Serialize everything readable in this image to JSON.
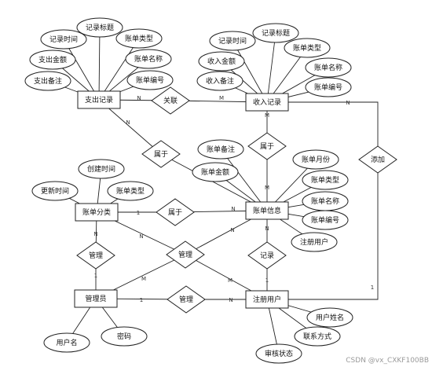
{
  "entities": [
    {
      "id": "expense",
      "label": "支出记录"
    },
    {
      "id": "income",
      "label": "收入记录"
    },
    {
      "id": "bill_info",
      "label": "账单信息"
    },
    {
      "id": "bill_category",
      "label": "账单分类"
    },
    {
      "id": "admin",
      "label": "管理员"
    },
    {
      "id": "user",
      "label": "注册用户"
    }
  ],
  "relationships": [
    {
      "id": "rel_associate",
      "label": "关联"
    },
    {
      "id": "rel_belong_upper",
      "label": "属于"
    },
    {
      "id": "rel_belong_info",
      "label": "属于"
    },
    {
      "id": "rel_belong_category",
      "label": "属于"
    },
    {
      "id": "rel_add",
      "label": "添加"
    },
    {
      "id": "rel_record",
      "label": "记录"
    },
    {
      "id": "rel_manage_left",
      "label": "管理"
    },
    {
      "id": "rel_manage_cross",
      "label": "管理"
    },
    {
      "id": "rel_manage_bottom",
      "label": "管理"
    }
  ],
  "attributes": [
    {
      "id": "exp_record_title",
      "label": "记录标题"
    },
    {
      "id": "exp_record_time",
      "label": "记录时间"
    },
    {
      "id": "exp_bill_type",
      "label": "账单类型"
    },
    {
      "id": "exp_amount",
      "label": "支出金额"
    },
    {
      "id": "exp_bill_name",
      "label": "账单名称"
    },
    {
      "id": "exp_note",
      "label": "支出备注"
    },
    {
      "id": "exp_bill_no",
      "label": "账单编号"
    },
    {
      "id": "inc_record_time",
      "label": "记录时间"
    },
    {
      "id": "inc_record_title",
      "label": "记录标题"
    },
    {
      "id": "inc_bill_type",
      "label": "账单类型"
    },
    {
      "id": "inc_amount",
      "label": "收入金额"
    },
    {
      "id": "inc_bill_name",
      "label": "账单名称"
    },
    {
      "id": "inc_note",
      "label": "收入备注"
    },
    {
      "id": "inc_bill_no",
      "label": "账单编号"
    },
    {
      "id": "info_note",
      "label": "账单备注"
    },
    {
      "id": "info_month",
      "label": "账单月份"
    },
    {
      "id": "info_amount",
      "label": "账单金额"
    },
    {
      "id": "info_type",
      "label": "账单类型"
    },
    {
      "id": "info_name",
      "label": "账单名称"
    },
    {
      "id": "info_no",
      "label": "账单编号"
    },
    {
      "id": "info_user",
      "label": "注册用户"
    },
    {
      "id": "cat_created",
      "label": "创建时间"
    },
    {
      "id": "cat_updated",
      "label": "更新时间"
    },
    {
      "id": "cat_type",
      "label": "账单类型"
    },
    {
      "id": "admin_username",
      "label": "用户名"
    },
    {
      "id": "admin_password",
      "label": "密码"
    },
    {
      "id": "user_name",
      "label": "用户姓名"
    },
    {
      "id": "user_contact",
      "label": "联系方式"
    },
    {
      "id": "user_status",
      "label": "审核状态"
    }
  ],
  "cardinality_labels": {
    "one": "1",
    "many_a": "N",
    "many_b": "M"
  },
  "watermark": "CSDN @vx_CXKF100BB"
}
